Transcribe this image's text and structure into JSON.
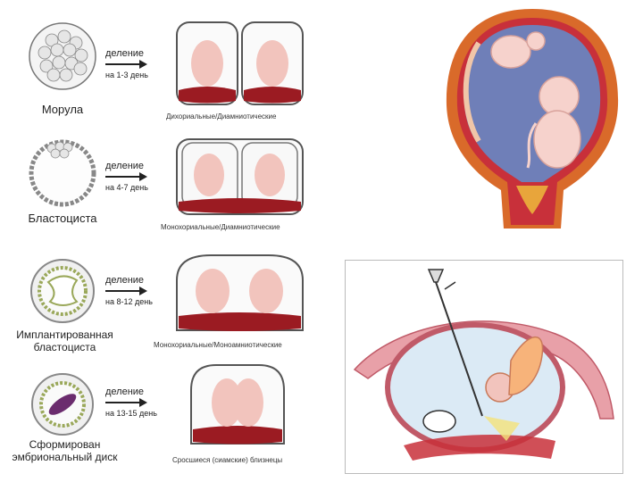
{
  "rows": [
    {
      "cell_label": "Морула",
      "arrow_label": "деление",
      "days": "на 1-3 день",
      "caption": "Дихориальные/Диамниотические"
    },
    {
      "cell_label": "Бластоциста",
      "arrow_label": "деление",
      "days": "на 4-7 день",
      "caption": "Монохориальные/Диамниотические"
    },
    {
      "cell_label_line1": "Имплантированная",
      "cell_label_line2": "бластоциста",
      "arrow_label": "деление",
      "days": "на 8-12 день",
      "caption": "Монохориальные/Моноамниотические"
    },
    {
      "cell_label_line1": "Сформирован",
      "cell_label_line2": "эмбриональный диск",
      "arrow_label": "деление",
      "days": "на 13-15 день",
      "caption": "Сросшиеся (сиамские) близнецы"
    }
  ],
  "colors": {
    "fetus": "#f2c4bd",
    "placenta": "#9b1b22",
    "sac_outline": "#555555",
    "uterus_outer": "#d96a2a",
    "amniotic_fluid": "#6f7fb8",
    "uterus_wall": "#f0c6a8",
    "embryo_disc": "#6b2c6e"
  }
}
